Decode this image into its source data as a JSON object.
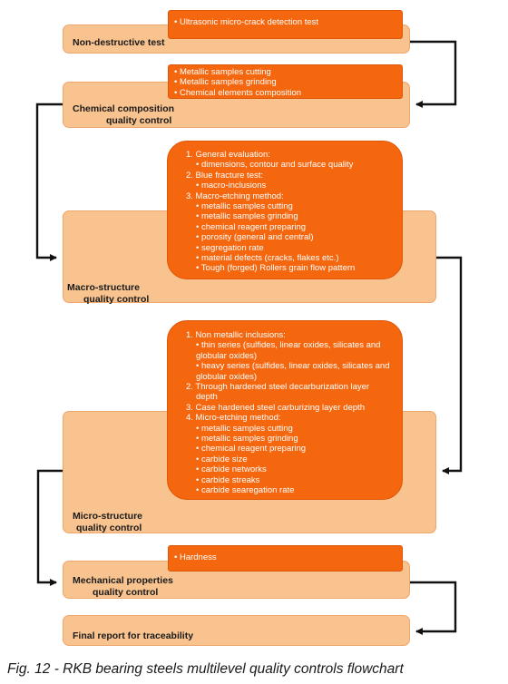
{
  "stages": {
    "ndt": {
      "label_lines": [
        "Non-destructive test"
      ],
      "items": [
        "• Ultrasonic micro-crack detection test"
      ]
    },
    "chem": {
      "label_lines": [
        "Chemical composition",
        "quality control"
      ],
      "items": [
        "• Metallic samples cutting",
        "• Metallic samples grinding",
        "• Chemical elements composition"
      ]
    },
    "macro": {
      "label_lines": [
        "Macro-structure",
        "quality control"
      ],
      "items": [
        {
          "level": 1,
          "text": "1.  General evaluation:"
        },
        {
          "level": 2,
          "text": "•  dimensions, contour and surface quality"
        },
        {
          "level": 1,
          "text": "2.  Blue fracture test:"
        },
        {
          "level": 2,
          "text": "•  macro-inclusions"
        },
        {
          "level": 1,
          "text": "3.  Macro-etching method:"
        },
        {
          "level": 2,
          "text": "•  metallic samples cutting"
        },
        {
          "level": 2,
          "text": "•  metallic samples grinding"
        },
        {
          "level": 2,
          "text": "•  chemical reagent preparing"
        },
        {
          "level": 2,
          "text": "•  porosity (general and central)"
        },
        {
          "level": 2,
          "text": "•  segregation rate"
        },
        {
          "level": 2,
          "text": "•  material defects (cracks, flakes etc.)"
        },
        {
          "level": 2,
          "text": "•  Tough (forged) Rollers grain flow pattern"
        }
      ]
    },
    "micro": {
      "label_lines": [
        "Micro-structure",
        "quality control"
      ],
      "items": [
        {
          "level": 1,
          "text": "1.  Non metallic inclusions:"
        },
        {
          "level": 2,
          "text": "•  thin series (sulfides, linear oxides, silicates and"
        },
        {
          "level": 3,
          "text": "globular oxides)"
        },
        {
          "level": 2,
          "text": "•  heavy series (sulfides, linear oxides, silicates and"
        },
        {
          "level": 3,
          "text": "globular oxides)"
        },
        {
          "level": 1,
          "text": "2.  Through hardened steel decarburization layer"
        },
        {
          "level": 3,
          "text": "depth"
        },
        {
          "level": 1,
          "text": "3.  Case hardened steel carburizing layer depth"
        },
        {
          "level": 1,
          "text": "4.  Micro-etching method:"
        },
        {
          "level": 2,
          "text": "•  metallic samples cutting"
        },
        {
          "level": 2,
          "text": "•  metallic samples grinding"
        },
        {
          "level": 2,
          "text": "•  chemical reagent preparing"
        },
        {
          "level": 2,
          "text": "•  carbide size"
        },
        {
          "level": 2,
          "text": "•  carbide networks"
        },
        {
          "level": 2,
          "text": "•  carbide streaks"
        },
        {
          "level": 2,
          "text": "•  carbide searegation rate"
        }
      ]
    },
    "mech": {
      "label_lines": [
        "Mechanical properties",
        "quality control"
      ],
      "items": [
        "• Hardness"
      ]
    },
    "final": {
      "label_lines": [
        "Final report for traceability"
      ]
    }
  },
  "caption": "Fig. 12 - RKB bearing steels multilevel quality controls flowchart",
  "colors": {
    "pale_box": "#f8c38f",
    "dark_box": "#f5670f",
    "arrow": "#111111"
  }
}
